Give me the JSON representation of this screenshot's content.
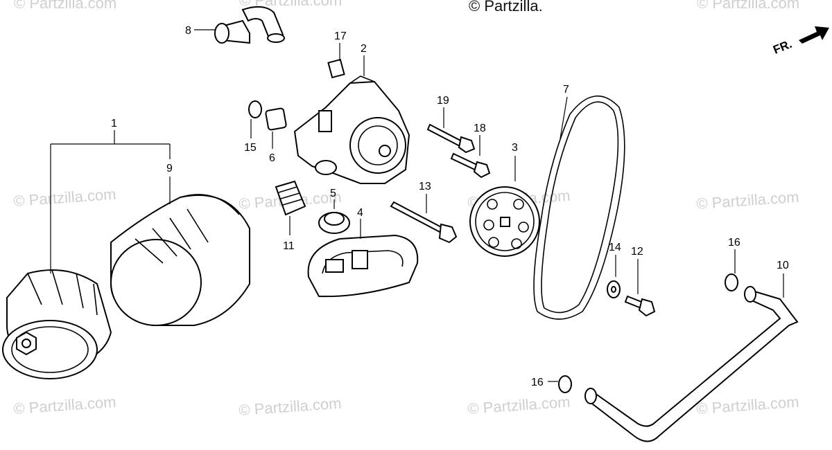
{
  "top_copyright": "© Partzilla.",
  "watermark_text": "© Partzilla.com",
  "front_label": "FR.",
  "callouts": {
    "c1": "1",
    "c2": "2",
    "c3": "3",
    "c4": "4",
    "c5": "5",
    "c6": "6",
    "c7": "7",
    "c8": "8",
    "c9": "9",
    "c10": "10",
    "c11": "11",
    "c12": "12",
    "c13": "13",
    "c14": "14",
    "c15": "15",
    "c16a": "16",
    "c16b": "16",
    "c17": "17",
    "c18": "18",
    "c19": "19"
  }
}
